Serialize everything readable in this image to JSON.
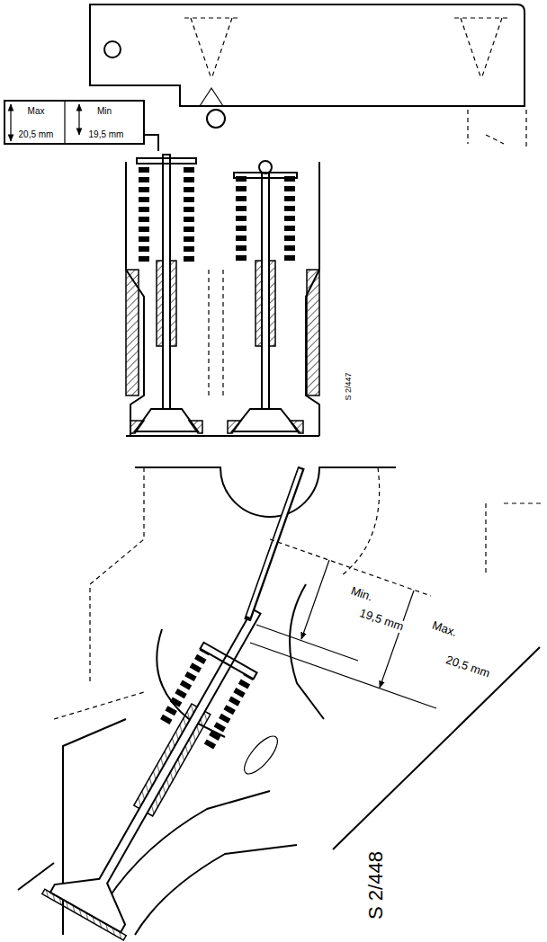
{
  "diagram": {
    "labels": [
      "Max",
      "20,5 mm",
      "Min",
      "19,5 mm",
      "S 2/447",
      "Min.",
      "19,5 mm",
      "Max.",
      "20,5 mm",
      "S 2/448"
    ]
  }
}
